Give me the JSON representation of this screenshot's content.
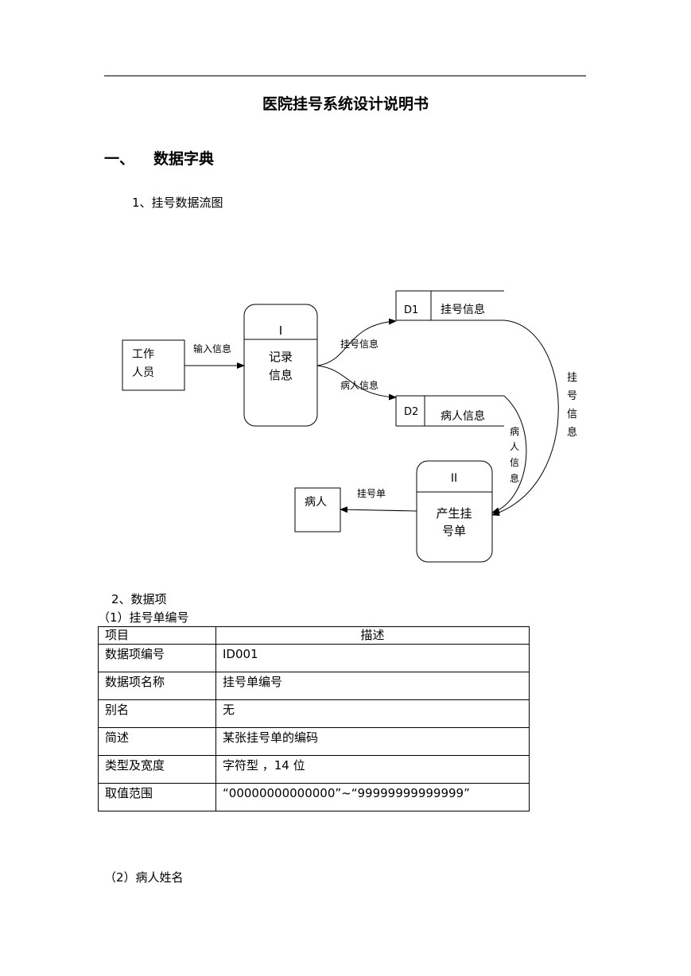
{
  "document": {
    "title": "医院挂号系统设计说明书",
    "section_number": "一、",
    "section_title": "数据字典",
    "subsection1": "1、挂号数据流图",
    "subsection2": "2、数据项",
    "item1_title": "（1）挂号单编号",
    "item2_title": "（2）病人姓名"
  },
  "diagram": {
    "external_entities": {
      "staff_line1": "工作",
      "staff_line2": "人员",
      "patient": "病人"
    },
    "processes": {
      "p1_id": "I",
      "p1_line1": "记录",
      "p1_line2": "信息",
      "p2_id": "II",
      "p2_line1": "产生挂",
      "p2_line2": "号单"
    },
    "data_stores": {
      "d1_id": "D1",
      "d1_name": "挂号信息",
      "d2_id": "D2",
      "d2_name": "病人信息"
    },
    "flows": {
      "input_info": "输入信息",
      "register_info": "挂号信息",
      "patient_info": "病人信息",
      "register_info_vertical": [
        "挂",
        "号",
        "信",
        "息"
      ],
      "patient_info_vertical": [
        "病",
        "人",
        "信",
        "息"
      ],
      "register_slip": "挂号单"
    }
  },
  "table": {
    "headers": [
      "项目",
      "描述"
    ],
    "rows": [
      [
        "数据项编号",
        "ID001"
      ],
      [
        "数据项名称",
        "挂号单编号"
      ],
      [
        "别名",
        "无"
      ],
      [
        "简述",
        "某张挂号单的编码"
      ],
      [
        "类型及宽度",
        "字符型 ，14 位"
      ],
      [
        "取值范围",
        "“00000000000000”~“99999999999999”"
      ]
    ]
  }
}
